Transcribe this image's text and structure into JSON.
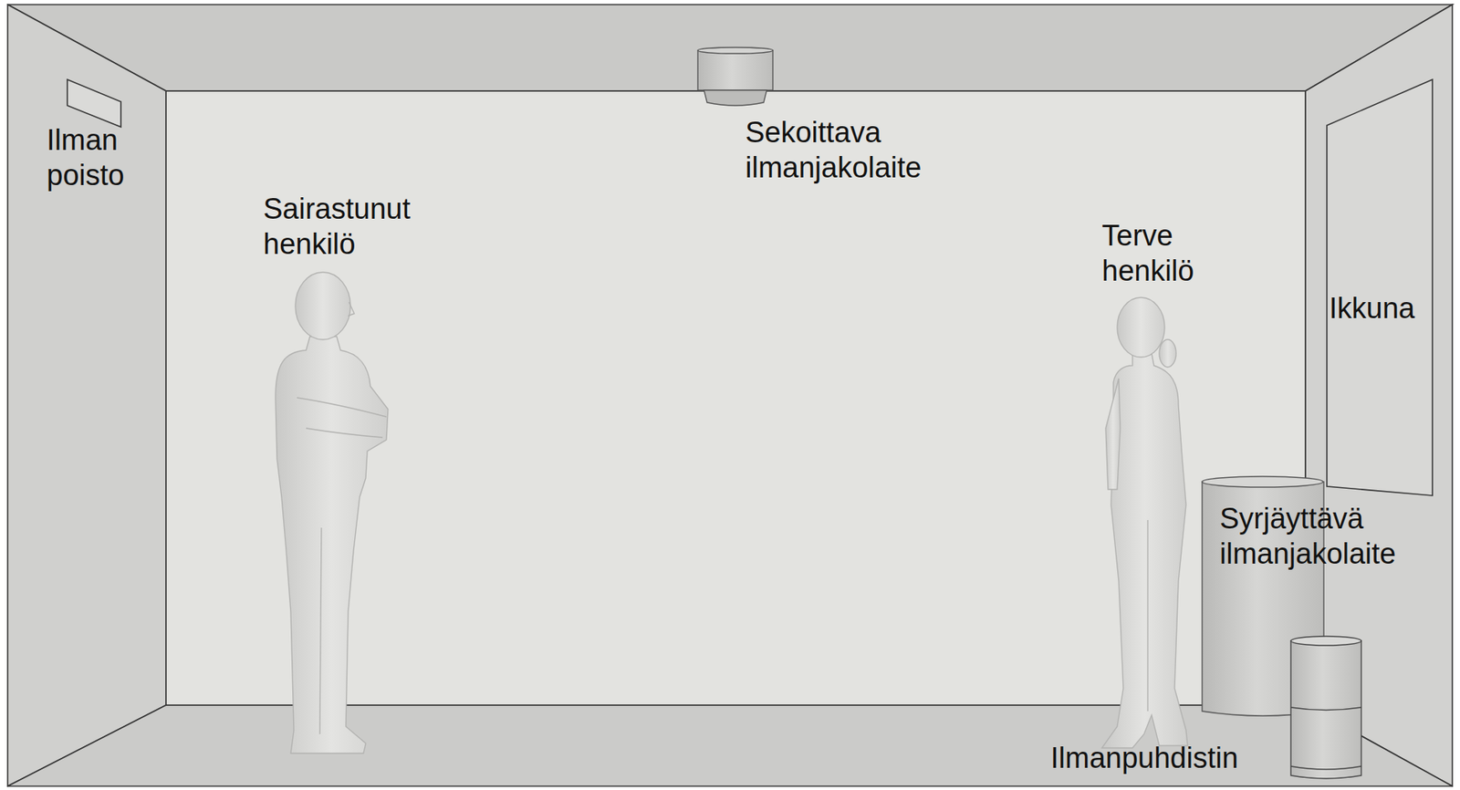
{
  "diagram": {
    "labels": [
      "Ilman poisto",
      "Sekoittava ilmanjakolaite",
      "Sairastunut henkilö",
      "Terve henkilö",
      "Ikkuna",
      "Syrjäyttävä ilmanjakolaite",
      "Ilmanpuhdistin"
    ]
  }
}
